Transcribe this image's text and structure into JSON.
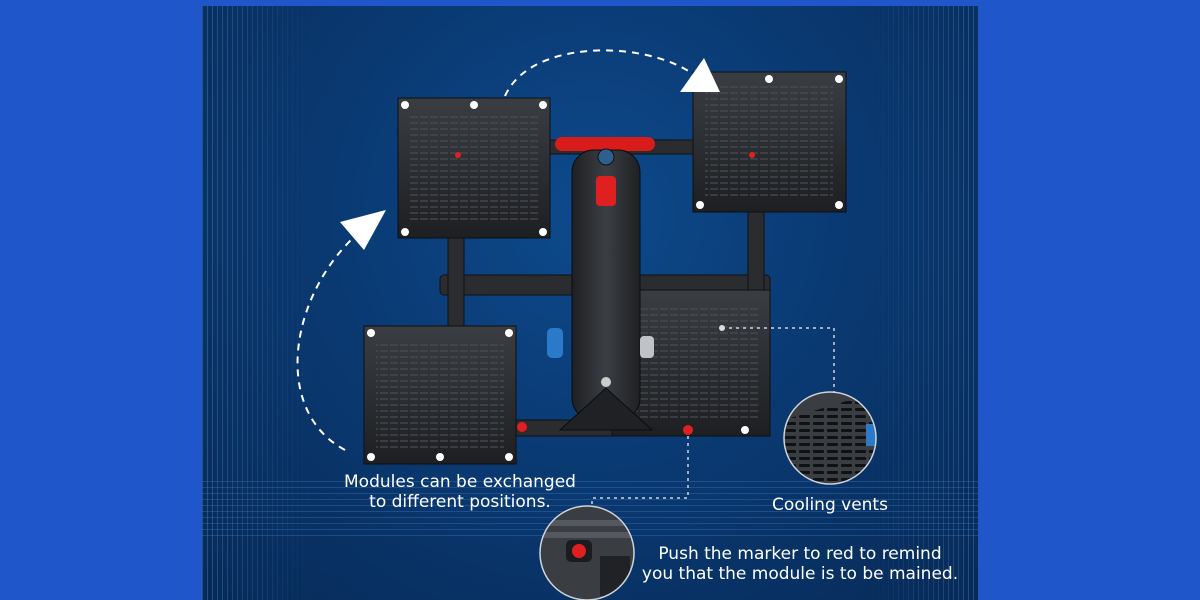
{
  "captions": {
    "modules_line1": "Modules can be exchanged",
    "modules_line2": "to different positions.",
    "cooling_vents": "Cooling vents",
    "marker_line1": "Push the marker to red to remind",
    "marker_line2": "you that the module is to be mained."
  },
  "colors": {
    "outer_background": "#1f56c9",
    "panel_background": "#0a3a73",
    "marker_red": "#e02020",
    "handle_red": "#d81b1b",
    "dashed_line": "#ffffff"
  },
  "icons": {
    "arrow_top": "dashed-curved-arrow-icon",
    "arrow_left": "dashed-curved-arrow-icon"
  }
}
